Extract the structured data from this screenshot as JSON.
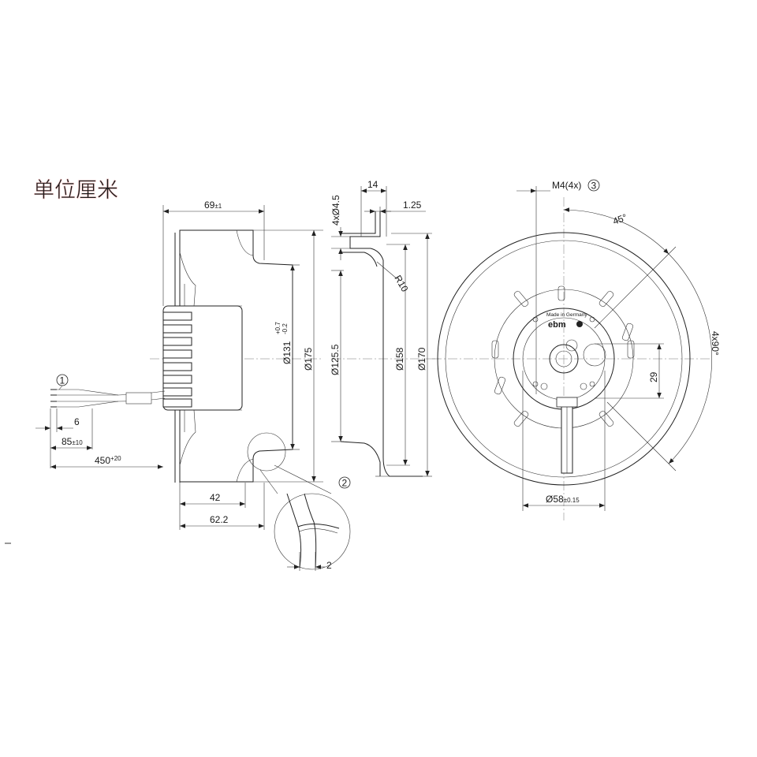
{
  "units_label": "单位厘米",
  "callouts": {
    "c1": "1",
    "c2": "2",
    "c3": "3"
  },
  "side_view": {
    "width_top": "69",
    "width_top_tol": "±1",
    "dia_inner": "Ø131",
    "dia_inner_tol_plus": "+0.7",
    "dia_inner_tol_minus": "-0.2",
    "dia_outer": "Ø175",
    "depth_42": "42",
    "depth_62": "62.2",
    "cable_strip": "6",
    "cable_85": "85",
    "cable_85_tol": "±10",
    "cable_450": "450",
    "cable_450_tol": "+20",
    "detail_gap": "2"
  },
  "section_view": {
    "holes": "4xØ4.5",
    "width_14": "14",
    "thickness": "1.25",
    "radius": "R10",
    "dia_125": "Ø125.5",
    "dia_158": "Ø158",
    "dia_170": "Ø170"
  },
  "front_view": {
    "thread": "M4(4x)",
    "angle_45": "45°",
    "angle_4x90": "4x90°",
    "offset_29": "29",
    "hub_dia": "Ø58",
    "hub_tol": "±0.15",
    "made_in": "Made in Germany",
    "brand": "ebm"
  }
}
